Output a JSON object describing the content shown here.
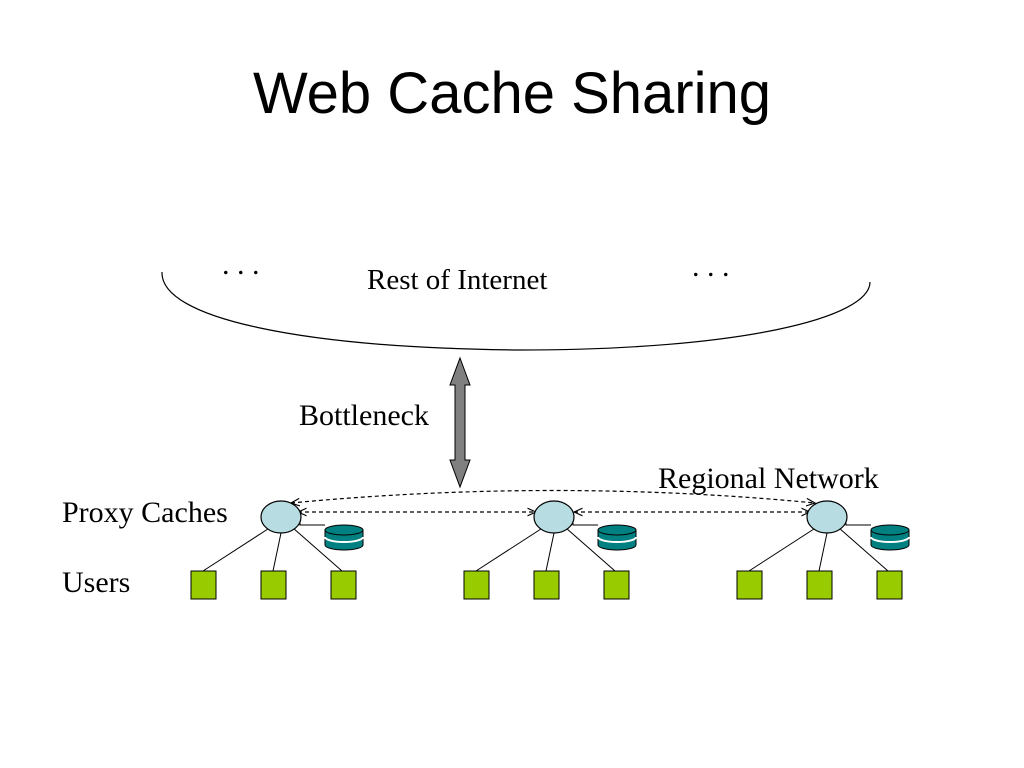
{
  "slide": {
    "title": "Web Cache Sharing"
  },
  "diagram": {
    "internet_label": "Rest of Internet",
    "ellipsis_left": ". . .",
    "ellipsis_right": ". . .",
    "bottleneck_label": "Bottleneck",
    "regional_network_label": "Regional Network",
    "proxy_caches_label": "Proxy Caches",
    "users_label": "Users",
    "colors": {
      "proxy_fill": "#b7dde3",
      "user_fill": "#99cc00",
      "cache_fill": "#008080",
      "arrow_fill": "#808080"
    }
  }
}
